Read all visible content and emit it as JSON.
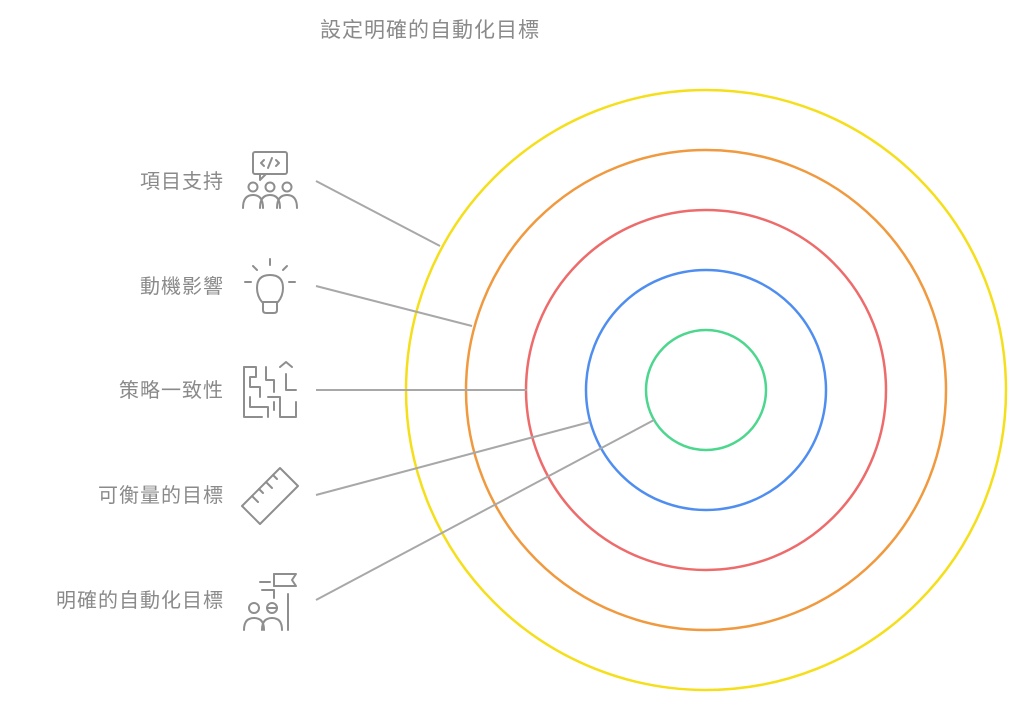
{
  "title": "設定明確的自動化目標",
  "rings": [
    {
      "name": "項目支持",
      "color": "#f5df1a",
      "icon": "team-code-icon"
    },
    {
      "name": "動機影響",
      "color": "#f0993e",
      "icon": "lightbulb-icon"
    },
    {
      "name": "策略一致性",
      "color": "#ee6b6b",
      "icon": "maze-icon"
    },
    {
      "name": "可衡量的目標",
      "color": "#4f8ef0",
      "icon": "ruler-icon"
    },
    {
      "name": "明確的自動化目標",
      "color": "#4cd68e",
      "icon": "goal-flag-icon"
    }
  ]
}
